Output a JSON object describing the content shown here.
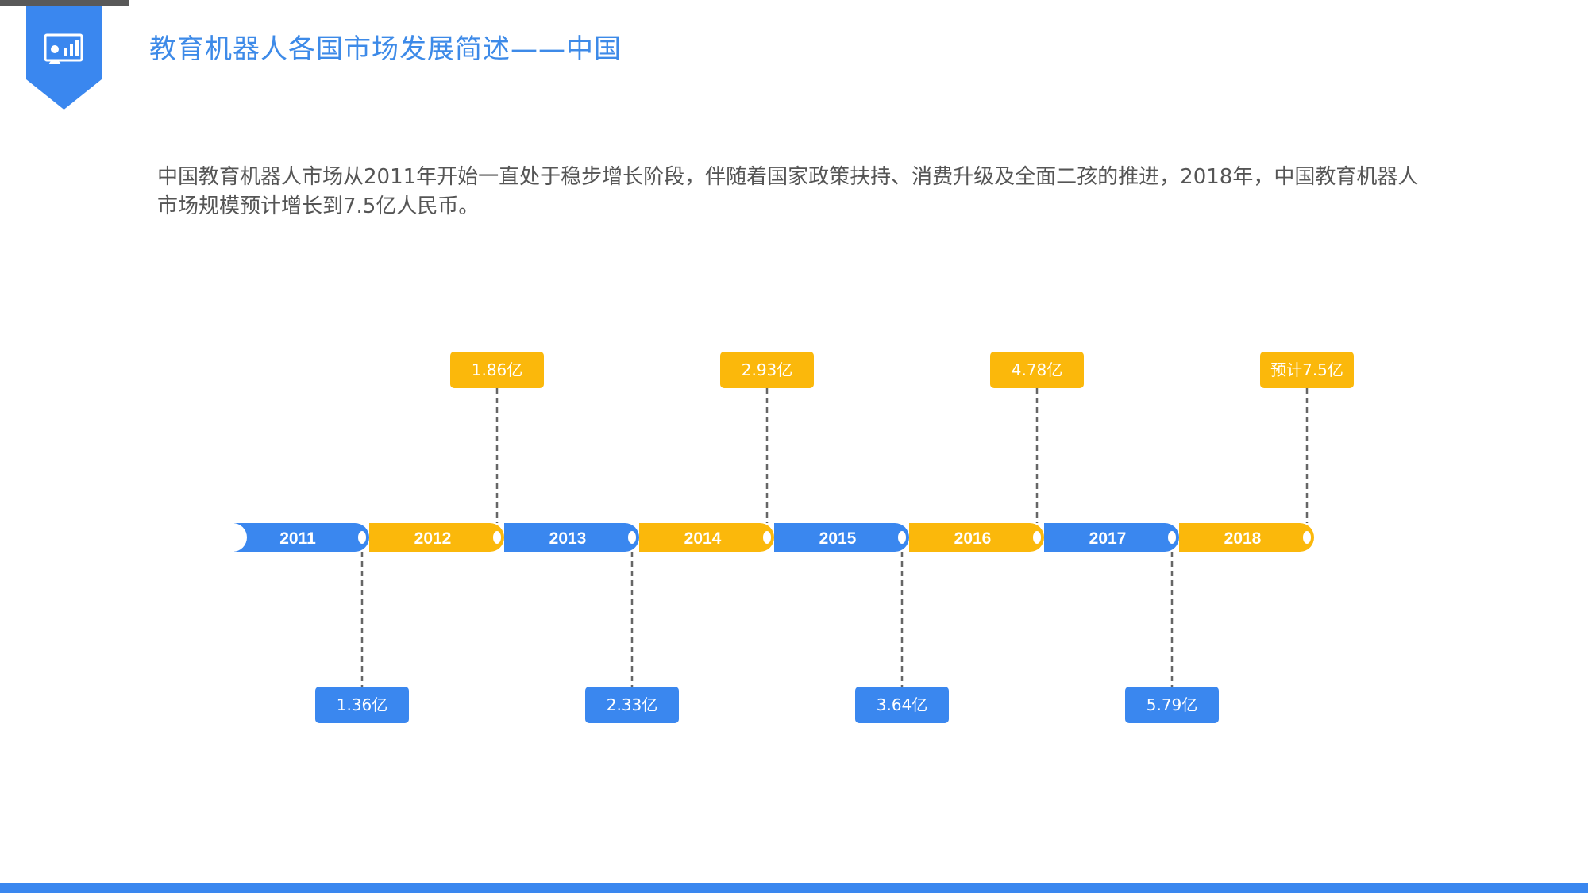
{
  "header": {
    "title": "教育机器人各国市场发展简述——中国",
    "badge_icon": "presentation-chart-icon"
  },
  "description": "中国教育机器人市场从2011年开始一直处于稳步增长阶段，伴随着国家政策扶持、消费升级及全面二孩的推进，2018年，中国教育机器人市场规模预计增长到7.5亿人民币。",
  "colors": {
    "blue": "#3a87ef",
    "yellow": "#fbb80b",
    "title": "#3d8ae8",
    "text": "#555555",
    "connector": "#666666"
  },
  "timeline": [
    {
      "year": "2011",
      "value": "1.36亿",
      "color": "blue",
      "label_side": "below"
    },
    {
      "year": "2012",
      "value": "1.86亿",
      "color": "yellow",
      "label_side": "above"
    },
    {
      "year": "2013",
      "value": "2.33亿",
      "color": "blue",
      "label_side": "below"
    },
    {
      "year": "2014",
      "value": "2.93亿",
      "color": "yellow",
      "label_side": "above"
    },
    {
      "year": "2015",
      "value": "3.64亿",
      "color": "blue",
      "label_side": "below"
    },
    {
      "year": "2016",
      "value": "4.78亿",
      "color": "yellow",
      "label_side": "above"
    },
    {
      "year": "2017",
      "value": "5.79亿",
      "color": "blue",
      "label_side": "below"
    },
    {
      "year": "2018",
      "value": "预计7.5亿",
      "color": "yellow",
      "label_side": "above"
    }
  ]
}
